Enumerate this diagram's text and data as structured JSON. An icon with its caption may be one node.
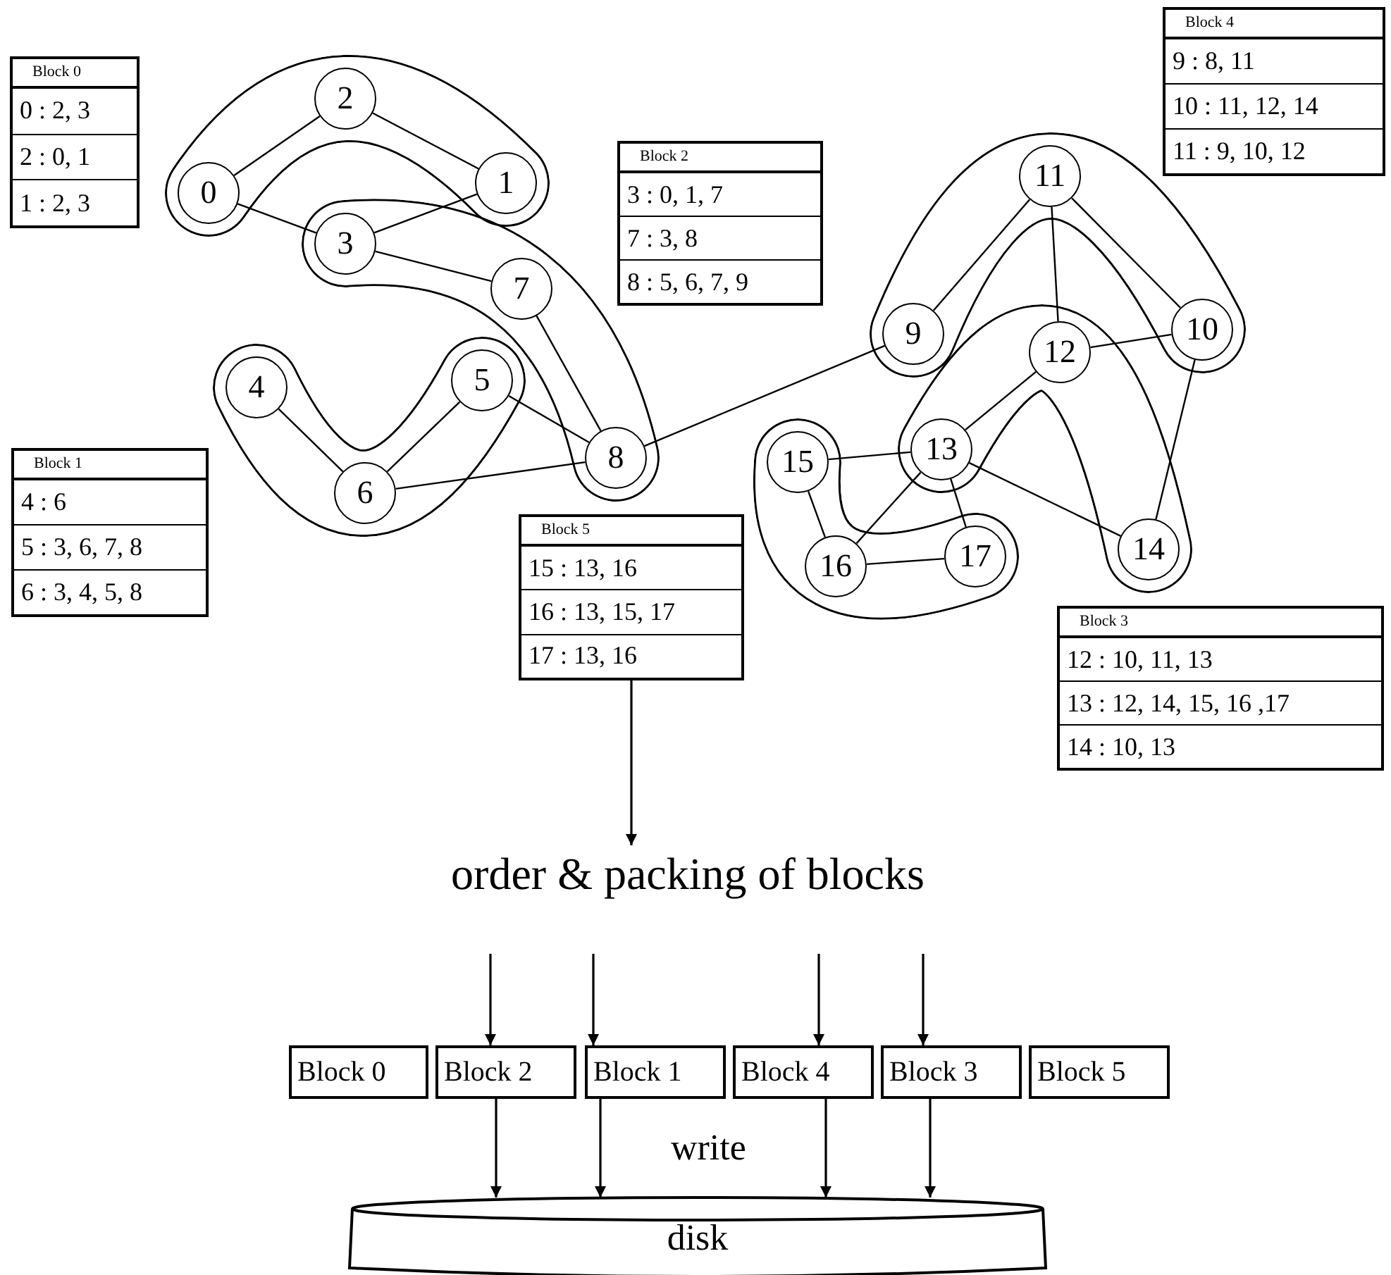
{
  "diagram": {
    "nodes": [
      {
        "text": [
          "0"
        ]
      },
      {
        "text": [
          "1"
        ]
      },
      {
        "text": [
          "2"
        ]
      },
      {
        "text": [
          "3"
        ]
      },
      {
        "text": [
          "4"
        ]
      },
      {
        "text": [
          "5"
        ]
      },
      {
        "text": [
          "6"
        ]
      },
      {
        "text": [
          "7"
        ]
      },
      {
        "text": [
          "8"
        ]
      },
      {
        "text": [
          "9"
        ]
      },
      {
        "text": [
          "10"
        ]
      },
      {
        "text": [
          "11"
        ]
      },
      {
        "text": [
          "12"
        ]
      },
      {
        "text": [
          "13"
        ]
      },
      {
        "text": [
          "14"
        ]
      },
      {
        "text": [
          "15"
        ]
      },
      {
        "text": [
          "16"
        ]
      },
      {
        "text": [
          "17"
        ]
      },
      {
        "text": [
          "Block 0",
          "0 : 2, 3",
          "2 : 0, 1",
          "1 : 2, 3"
        ]
      },
      {
        "text": [
          "Block 1",
          "4 : 6",
          "5 : 3, 6, 7, 8",
          "6 : 3, 4, 5, 8"
        ]
      },
      {
        "text": [
          "Block 2",
          "3 : 0, 1, 7",
          "7 : 3, 8",
          "8 : 5, 6, 7, 9"
        ]
      },
      {
        "text": [
          "Block 3",
          "12 : 10, 11, 13",
          "13 : 12, 14, 15, 16 ,17",
          "14 : 10, 13"
        ]
      },
      {
        "text": [
          "Block 4",
          "9 : 8, 11",
          "10 : 11, 12, 14",
          "11 : 9, 10, 12"
        ]
      },
      {
        "text": [
          "Block 5",
          "15 : 13, 16",
          "16 : 13, 15, 17",
          "17 : 13, 16"
        ]
      },
      {
        "text": [
          "order & packing of blocks"
        ]
      },
      {
        "text": [
          "Block 0"
        ]
      },
      {
        "text": [
          "Block 2"
        ]
      },
      {
        "text": [
          "Block 1"
        ]
      },
      {
        "text": [
          "Block 4"
        ]
      },
      {
        "text": [
          "Block 3"
        ]
      },
      {
        "text": [
          "Block 5"
        ]
      },
      {
        "text": [
          "disk"
        ]
      }
    ],
    "edges": [
      {
        "from": 0,
        "to": 2,
        "arrow": "none"
      },
      {
        "from": 0,
        "to": 3,
        "arrow": "none"
      },
      {
        "from": 2,
        "to": 1,
        "arrow": "none"
      },
      {
        "from": 1,
        "to": 3,
        "arrow": "none"
      },
      {
        "from": 3,
        "to": 7,
        "arrow": "none"
      },
      {
        "from": 7,
        "to": 8,
        "arrow": "none"
      },
      {
        "from": 5,
        "to": 8,
        "arrow": "none"
      },
      {
        "from": 4,
        "to": 6,
        "arrow": "none"
      },
      {
        "from": 5,
        "to": 6,
        "arrow": "none"
      },
      {
        "from": 6,
        "to": 8,
        "arrow": "none"
      },
      {
        "from": 8,
        "to": 9,
        "arrow": "none"
      },
      {
        "from": 9,
        "to": 11,
        "arrow": "none"
      },
      {
        "from": 11,
        "to": 10,
        "arrow": "none"
      },
      {
        "from": 11,
        "to": 12,
        "arrow": "none"
      },
      {
        "from": 10,
        "to": 12,
        "arrow": "none"
      },
      {
        "from": 10,
        "to": 14,
        "arrow": "none"
      },
      {
        "from": 12,
        "to": 13,
        "arrow": "none"
      },
      {
        "from": 13,
        "to": 14,
        "arrow": "none"
      },
      {
        "from": 13,
        "to": 15,
        "arrow": "none"
      },
      {
        "from": 13,
        "to": 16,
        "arrow": "none"
      },
      {
        "from": 13,
        "to": 17,
        "arrow": "none"
      },
      {
        "from": 15,
        "to": 16,
        "arrow": "none"
      },
      {
        "from": 16,
        "to": 17,
        "arrow": "none"
      },
      {
        "from": 23,
        "to": 24,
        "arrow": "to"
      },
      {
        "from": null,
        "to": 26,
        "arrow": "to"
      },
      {
        "from": null,
        "to": 27,
        "arrow": "to"
      },
      {
        "from": null,
        "to": 28,
        "arrow": "to"
      },
      {
        "from": null,
        "to": 29,
        "arrow": "to"
      },
      {
        "from": 26,
        "to": 31,
        "arrow": "to"
      },
      {
        "from": 27,
        "to": 31,
        "arrow": "to"
      },
      {
        "from": 28,
        "to": 31,
        "arrow": "to"
      },
      {
        "from": 29,
        "to": 31,
        "arrow": "to"
      }
    ],
    "labels": [
      "write"
    ]
  }
}
